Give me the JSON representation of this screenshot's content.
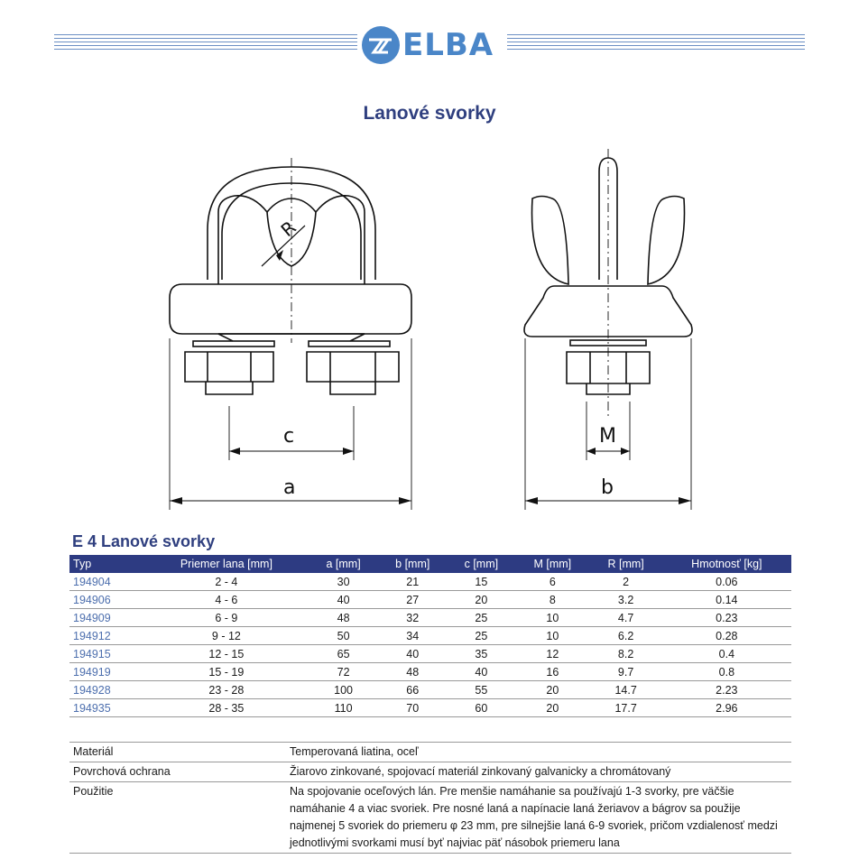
{
  "brand": {
    "name": "ELBA"
  },
  "page_title": "Lanové svorky",
  "drawing_labels": {
    "R": "R",
    "c": "c",
    "a": "a",
    "M": "M",
    "b": "b"
  },
  "section_title": "E 4 Lanové svorky",
  "table": {
    "headers": [
      "Typ",
      "Priemer lana [mm]",
      "a [mm]",
      "b [mm]",
      "c [mm]",
      "M [mm]",
      "R [mm]",
      "Hmotnosť [kg]"
    ],
    "rows": [
      [
        "194904",
        "2 - 4",
        "30",
        "21",
        "15",
        "6",
        "2",
        "0.06"
      ],
      [
        "194906",
        "4 - 6",
        "40",
        "27",
        "20",
        "8",
        "3.2",
        "0.14"
      ],
      [
        "194909",
        "6 - 9",
        "48",
        "32",
        "25",
        "10",
        "4.7",
        "0.23"
      ],
      [
        "194912",
        "9 - 12",
        "50",
        "34",
        "25",
        "10",
        "6.2",
        "0.28"
      ],
      [
        "194915",
        "12 - 15",
        "65",
        "40",
        "35",
        "12",
        "8.2",
        "0.4"
      ],
      [
        "194919",
        "15 - 19",
        "72",
        "48",
        "40",
        "16",
        "9.7",
        "0.8"
      ],
      [
        "194928",
        "23 - 28",
        "100",
        "66",
        "55",
        "20",
        "14.7",
        "2.23"
      ],
      [
        "194935",
        "28 - 35",
        "110",
        "70",
        "60",
        "20",
        "17.7",
        "2.96"
      ]
    ]
  },
  "properties": [
    {
      "label": "Materiál",
      "value": "Temperovaná liatina, oceľ"
    },
    {
      "label": "Povrchová ochrana",
      "value": "Žiarovo zinkované, spojovací materiál zinkovaný galvanicky a chromátovaný"
    },
    {
      "label": "Použitie",
      "value": "Na spojovanie oceľových lán. Pre menšie namáhanie sa používajú 1-3 svorky, pre väčšie namáhanie 4 a viac svoriek. Pre nosné laná a napínacie laná žeriavov a bágrov sa použije najmenej 5 svoriek do priemeru φ 23 mm, pre silnejšie laná 6-9 svoriek, pričom vzdialenosť medzi jednotlivými svorkami musí byť najviac päť násobok priemeru lana"
    }
  ],
  "colors": {
    "accent": "#2f3f7f",
    "header_bg": "#2d3b82",
    "logo": "#4a86c8",
    "link": "#4d6fae"
  }
}
